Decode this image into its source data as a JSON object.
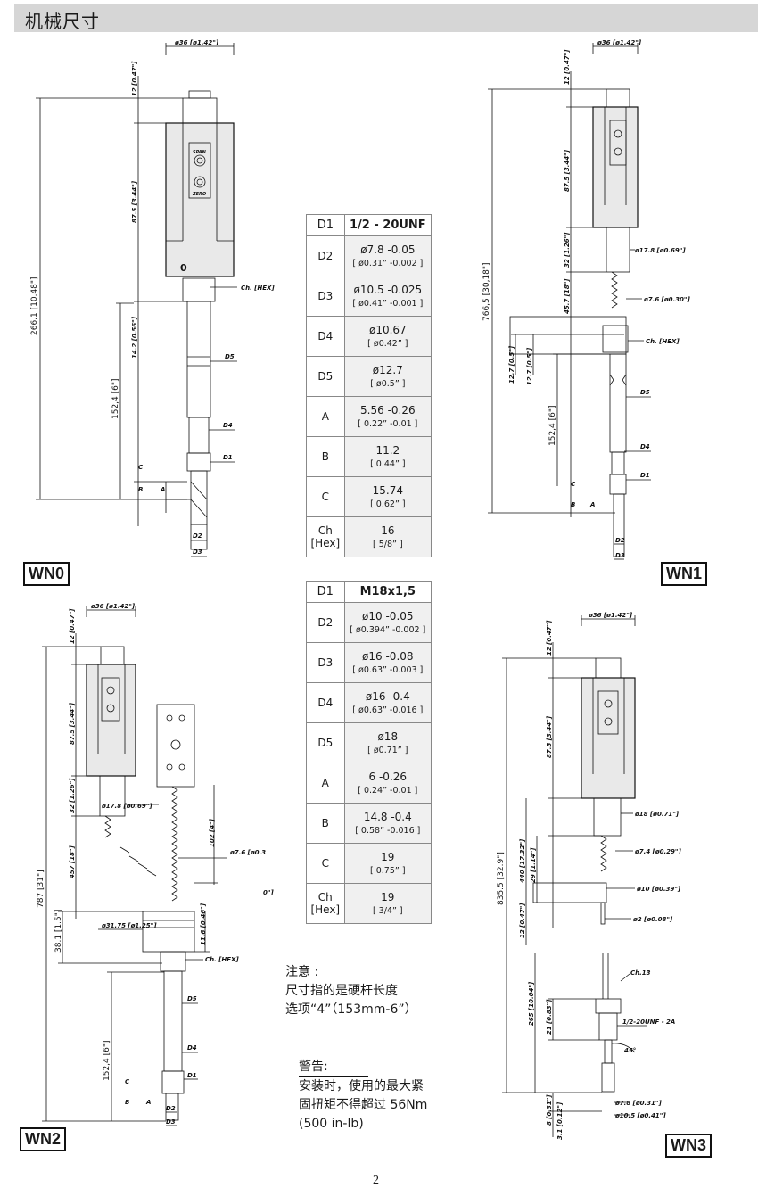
{
  "header": {
    "title": "机械尺寸"
  },
  "models": [
    "WN0",
    "WN1",
    "WN2",
    "WN3"
  ],
  "table1": {
    "head": [
      "D1",
      "1/2 - 20UNF"
    ],
    "rows": [
      {
        "k": "D2",
        "l1": "ø7.8 -0.05",
        "l2": "[ ø0.31” -0.002 ]"
      },
      {
        "k": "D3",
        "l1": "ø10.5 -0.025",
        "l2": "[ ø0.41” -0.001 ]"
      },
      {
        "k": "D4",
        "l1": "ø10.67",
        "l2": "[ ø0.42” ]"
      },
      {
        "k": "D5",
        "l1": "ø12.7",
        "l2": "[ ø0.5” ]"
      },
      {
        "k": "A",
        "l1": "5.56 -0.26",
        "l2": "[ 0.22” -0.01 ]"
      },
      {
        "k": "B",
        "l1": "11.2",
        "l2": "[ 0.44” ]"
      },
      {
        "k": "C",
        "l1": "15.74",
        "l2": "[ 0.62” ]"
      },
      {
        "k": "Ch\n[Hex]",
        "l1": "16",
        "l2": "[ 5/8” ]"
      }
    ]
  },
  "table2": {
    "head": [
      "D1",
      "M18x1,5"
    ],
    "rows": [
      {
        "k": "D2",
        "l1": "ø10 -0.05",
        "l2": "[ ø0.394” -0.002 ]"
      },
      {
        "k": "D3",
        "l1": "ø16 -0.08",
        "l2": "[ ø0.63” -0.003 ]"
      },
      {
        "k": "D4",
        "l1": "ø16 -0.4",
        "l2": "[ ø0.63” -0.016 ]"
      },
      {
        "k": "D5",
        "l1": "ø18",
        "l2": "[ ø0.71” ]"
      },
      {
        "k": "A",
        "l1": "6 -0.26",
        "l2": "[ 0.24” -0.01 ]"
      },
      {
        "k": "B",
        "l1": "14.8 -0.4",
        "l2": "[ 0.58” -0.016 ]"
      },
      {
        "k": "C",
        "l1": "19",
        "l2": "[ 0.75” ]"
      },
      {
        "k": "Ch\n[Hex]",
        "l1": "19",
        "l2": "[ 3/4” ]"
      }
    ]
  },
  "note": {
    "title": "注意   :",
    "line1": "尺寸指的是硬杆长度",
    "line2": "选项“4”（153mm-6”）"
  },
  "warning": {
    "title": "警告:",
    "line1": "安装时，使用的最大紧",
    "line2": "固扭矩不得超过  56Nm",
    "line3": "(500 in-lb)"
  },
  "page_number": "2",
  "wn0": {
    "d36": "ø36 [ø1.42\"]",
    "d12": "12 [0.47\"]",
    "d875": "87.5 [3.44\"]",
    "total": "266,1 [10.48\"]",
    "d142": "14.2 [0.56\"]",
    "d1524": "152,4 [6\"]",
    "ch": "Ch. [HEX]",
    "D5": "D5",
    "D4": "D4",
    "D1": "D1",
    "D2": "D2",
    "D3": "D3",
    "C": "C",
    "B": "B",
    "A": "A",
    "zero": "0",
    "span": "SPAN",
    "zero_lbl": "ZERO"
  },
  "wn1": {
    "d36": "ø36 [ø1.42\"]",
    "d12": "12 [0.47\"]",
    "d875": "87.5 [3.44\"]",
    "d32": "32 [1.26\"]",
    "d178": "ø17.8 [ø0.69\"]",
    "d457": "45.7 [18\"]",
    "d76": "ø7.6 [ø0.30\"]",
    "total": "766,5 [30,18\"]",
    "d127a": "12.7 [0.5\"]",
    "d127b": "12.7 [0.5\"]",
    "ch": "Ch. [HEX]",
    "D5": "D5",
    "d1524": "152,4 [6\"]",
    "D4": "D4",
    "D1": "D1",
    "D2": "D2",
    "D3": "D3",
    "C": "C",
    "B": "B",
    "A": "A"
  },
  "wn2": {
    "d36": "ø36 [ø1.42\"]",
    "d12": "12 [0.47\"]",
    "d875": "87.5 [3.44\"]",
    "d32": "32 [1.26\"]",
    "d178": "ø17.8 [ø0.69\"]",
    "d457": "457 [18\"]",
    "d102": "102 [4\"]",
    "d76": "ø7.6 [ø0.3",
    "total": "787 [31\"]",
    "d381": "38.1 [1.5\"]",
    "d3175": "ø31.75 [ø1.25\"]",
    "d116": "11.6 [0.46\"]",
    "ch": "Ch. [HEX]",
    "D5": "D5",
    "d1524": "152,4 [6\"]",
    "D4": "D4",
    "D1": "D1",
    "D2": "D2",
    "D3": "D3",
    "C": "C",
    "B": "B",
    "A": "A",
    "stray": "0\"]"
  },
  "wn3": {
    "d36": "ø36 [ø1.42\"]",
    "d12": "12 [0.47\"]",
    "d875": "87.5 [3.44\"]",
    "d18": "ø18 [ø0.71\"]",
    "d74": "ø7.4 [ø0.29\"]",
    "d29": "29 [1.14\"]",
    "d440": "440 [17.32\"]",
    "total": "835.5 [32.9\"]",
    "d10": "ø10 [ø0.39\"]",
    "d12b": "12 [0.47\"]",
    "d2": "ø2 [ø0.08\"]",
    "ch13": "Ch.13",
    "d21": "21 [0.83\"]",
    "d265": "265 [10.04\"]",
    "unf": "1/2-20UNF - 2A",
    "ang": "45°",
    "d8": "8 [0.31\"]",
    "d31": "3.1 [0.12\"]",
    "d78": "ø7.8 [ø0.31\"]",
    "d105": "ø10.5 [ø0.41\"]"
  }
}
